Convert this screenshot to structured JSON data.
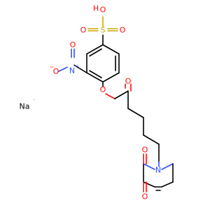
{
  "molecule": {
    "atoms": {
      "sulfonic_h_label": "H",
      "sulfonic_o_top": "O",
      "sulfonic_s": "S",
      "sulfonic_o_left": "O",
      "sulfonic_o_right": "O",
      "nitro_o_minus": "O",
      "nitro_minus_charge": "−",
      "nitro_n": "N",
      "nitro_plus_charge": "+",
      "nitro_o_double": "O",
      "ester_o": "O",
      "carbonyl_o": "O",
      "imide_o_top": "O",
      "imide_n": "N",
      "imide_o_bottom": "O",
      "sodium": "Na",
      "sodium_radical": "˙"
    },
    "colors": {
      "carbon": "#000000",
      "oxygen": "#ff0d0d",
      "nitrogen": "#3050f8",
      "sulfur": "#c9a800",
      "sodium": "#000000"
    }
  }
}
